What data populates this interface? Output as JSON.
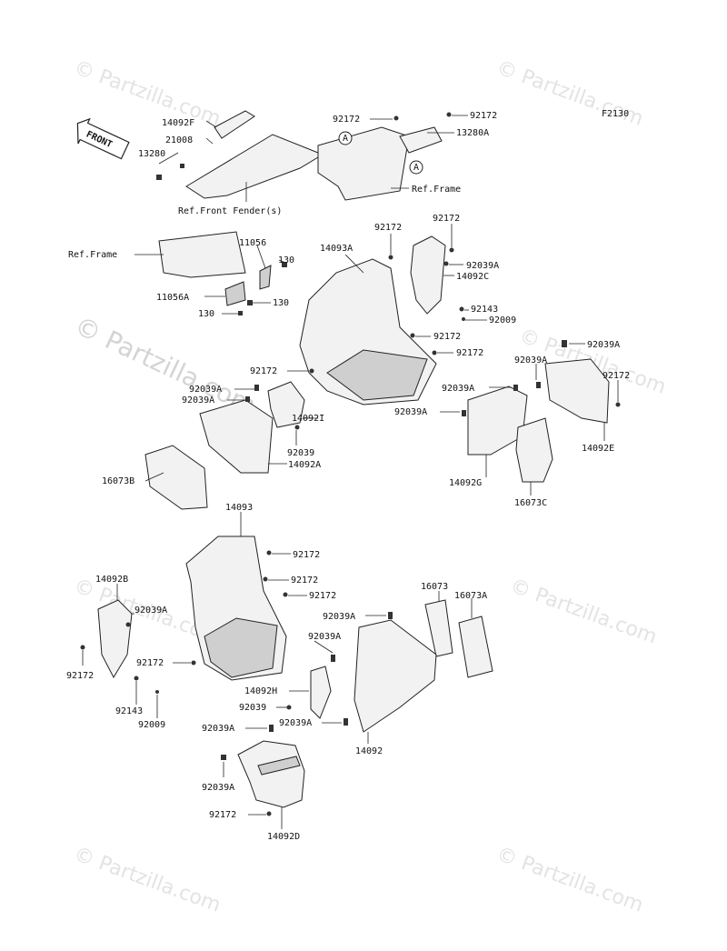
{
  "figure_code": "F2130",
  "front_arrow": "FRONT",
  "callout_letter": "A",
  "watermark": "© Partzilla.com",
  "labels": {
    "p14092F": "14092F",
    "p21008": "21008",
    "p13280": "13280",
    "ref_front_fender": "Ref.Front Fender(s)",
    "p92172_a": "92172",
    "p92172_b": "92172",
    "p13280A": "13280A",
    "ref_frame_1": "Ref.Frame",
    "ref_frame_2": "Ref.Frame",
    "p11056": "11056",
    "p130_a": "130",
    "p11056A": "11056A",
    "p130_b": "130",
    "p130_c": "130",
    "p14093A": "14093A",
    "p92172_c": "92172",
    "p92172_d": "92172",
    "p92039A_a": "92039A",
    "p14092C": "14092C",
    "p92143_a": "92143",
    "p92009_a": "92009",
    "p92172_e": "92172",
    "p92172_f": "92172",
    "p92172_g": "92172",
    "p92039A_b": "92039A",
    "p92039A_c": "92039A",
    "p14092I": "14092I",
    "p92039_a": "92039",
    "p14092A": "14092A",
    "p16073B": "16073B",
    "p92039A_d": "92039A",
    "p92039A_e": "92039A",
    "p92039A_f": "92039A",
    "p92039A_g": "92039A",
    "p92172_h": "92172",
    "p14092E": "14092E",
    "p14092G": "14092G",
    "p16073C": "16073C",
    "p14093": "14093",
    "p92172_i": "92172",
    "p92172_j": "92172",
    "p92172_k": "92172",
    "p14092B": "14092B",
    "p92039A_h": "92039A",
    "p92172_l": "92172",
    "p92172_m": "92172",
    "p92143_b": "92143",
    "p92009_b": "92009",
    "p16073": "16073",
    "p16073A": "16073A",
    "p92039A_i": "92039A",
    "p92039A_j": "92039A",
    "p14092H": "14092H",
    "p92039_b": "92039",
    "p92039A_k": "92039A",
    "p14092": "14092",
    "p92039A_l": "92039A",
    "p92039A_m": "92039A",
    "p92172_n": "92172",
    "p14092D": "14092D"
  }
}
